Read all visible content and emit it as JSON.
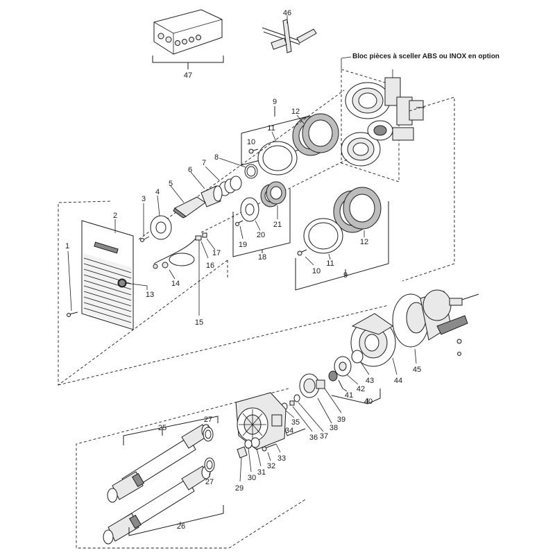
{
  "diagram": {
    "note": "Bloc pièces à sceller ABS ou INOX en option",
    "labels": {
      "p1": "1",
      "p2": "2",
      "p3": "3",
      "p4": "4",
      "p5": "5",
      "p6": "6",
      "p7": "7",
      "p8": "8",
      "p9a": "9",
      "p9b": "9",
      "p10a": "10",
      "p10b": "10",
      "p11a": "11",
      "p11b": "11",
      "p12a": "12",
      "p12b": "12",
      "p13": "13",
      "p14": "14",
      "p15": "15",
      "p16": "16",
      "p17": "17",
      "p18": "18",
      "p19": "19",
      "p20": "20",
      "p21": "21",
      "p25": "25",
      "p26": "26",
      "p27a": "27",
      "p27b": "27",
      "p29": "29",
      "p30": "30",
      "p31": "31",
      "p32": "32",
      "p33": "33",
      "p34": "34",
      "p35": "35",
      "p36": "36",
      "p37": "37",
      "p38": "38",
      "p39": "39",
      "p40": "40",
      "p41": "41",
      "p42": "42",
      "p43": "43",
      "p44": "44",
      "p45": "45",
      "p46": "46",
      "p47": "47"
    }
  }
}
